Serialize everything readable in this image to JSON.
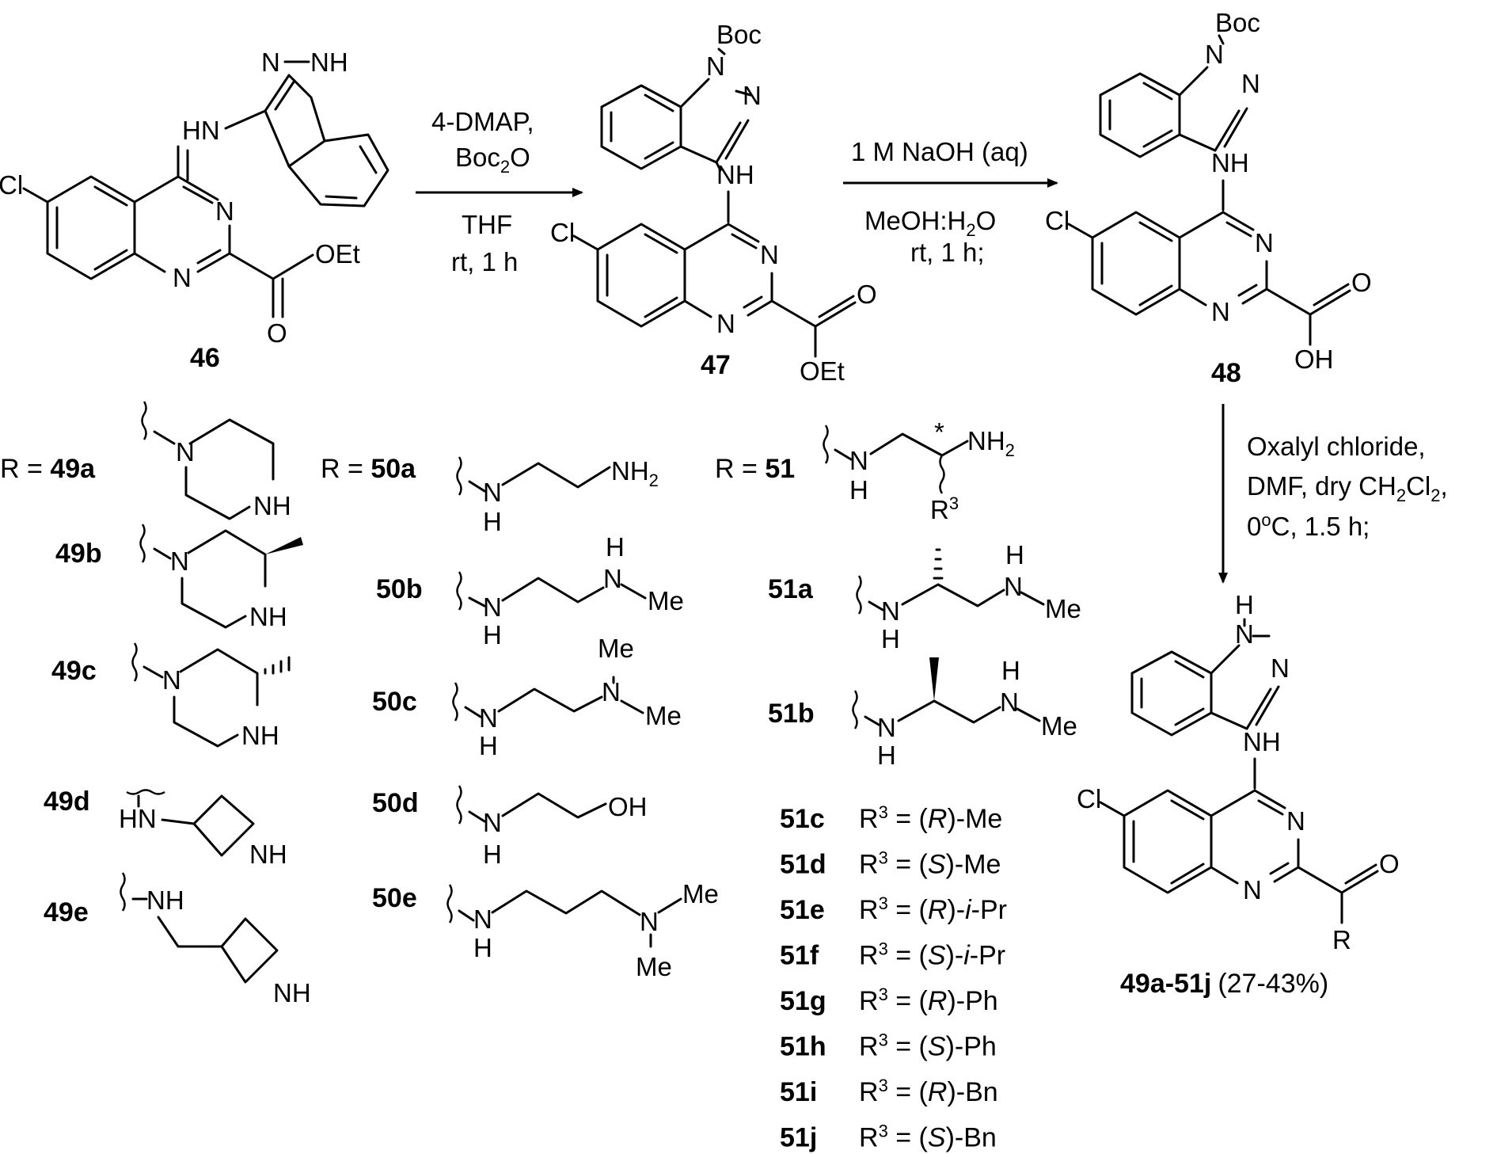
{
  "compounds": {
    "c46": "46",
    "c47": "47",
    "c48": "48",
    "product_range": "49a-51j",
    "product_yield": "(27-43%)"
  },
  "atoms": {
    "boc": "Boc",
    "cl": "Cl",
    "n": "N",
    "nh": "NH",
    "hn": "HN",
    "h": "H",
    "o": "O",
    "oet": "OEt",
    "oh": "OH",
    "nh2": "NH",
    "me": "Me",
    "r": "R",
    "star": "*"
  },
  "step1": {
    "line1": "4-DMAP,",
    "line2": "Boc",
    "line2b": "O",
    "line3": "THF",
    "line4": "rt, 1 h"
  },
  "step2": {
    "line1": "1 M NaOH (aq)",
    "line2": "MeOH:H",
    "line2b": "O",
    "line3": "rt, 1 h;"
  },
  "step3": {
    "line1": "Oxalyl chloride,",
    "line2": "DMF, dry CH",
    "line2b": "Cl",
    "line2c": ",",
    "line3": "0",
    "line3b": "o",
    "line3c": "C, 1.5 h;"
  },
  "r_groups": {
    "r_eq": "R = ",
    "g49a": "49a",
    "g49b": "49b",
    "g49c": "49c",
    "g49d": "49d",
    "g49e": "49e",
    "g50a": "50a",
    "g50b": "50b",
    "g50c": "50c",
    "g50d": "50d",
    "g50e": "50e",
    "g51": "51",
    "g51a": "51a",
    "g51b": "51b",
    "r3": "R",
    "r3sup": "3"
  },
  "r3_table": [
    {
      "id": "51c",
      "pre": "R",
      "sup": "3",
      "eq": " = (",
      "cfg": "R",
      "close": ")-",
      "sub": "Me",
      "sub_italic": false
    },
    {
      "id": "51d",
      "pre": "R",
      "sup": "3",
      "eq": " = (",
      "cfg": "S",
      "close": ")-",
      "sub": "Me",
      "sub_italic": false
    },
    {
      "id": "51e",
      "pre": "R",
      "sup": "3",
      "eq": " = (",
      "cfg": "R",
      "close": ")-",
      "sub": "i",
      "tail": "-Pr",
      "sub_italic": true
    },
    {
      "id": "51f",
      "pre": "R",
      "sup": "3",
      "eq": " = (",
      "cfg": "S",
      "close": ")-",
      "sub": "i",
      "tail": "-Pr",
      "sub_italic": true
    },
    {
      "id": "51g",
      "pre": "R",
      "sup": "3",
      "eq": " = (",
      "cfg": "R",
      "close": ")-",
      "sub": "Ph",
      "sub_italic": false
    },
    {
      "id": "51h",
      "pre": "R",
      "sup": "3",
      "eq": " = (",
      "cfg": "S",
      "close": ")-",
      "sub": "Ph",
      "sub_italic": false
    },
    {
      "id": "51i",
      "pre": "R",
      "sup": "3",
      "eq": " = (",
      "cfg": "R",
      "close": ")-",
      "sub": "Bn",
      "sub_italic": false
    },
    {
      "id": "51j",
      "pre": "R",
      "sup": "3",
      "eq": " = (",
      "cfg": "S",
      "close": ")-",
      "sub": "Bn",
      "sub_italic": false
    }
  ],
  "subscript_2": "2"
}
